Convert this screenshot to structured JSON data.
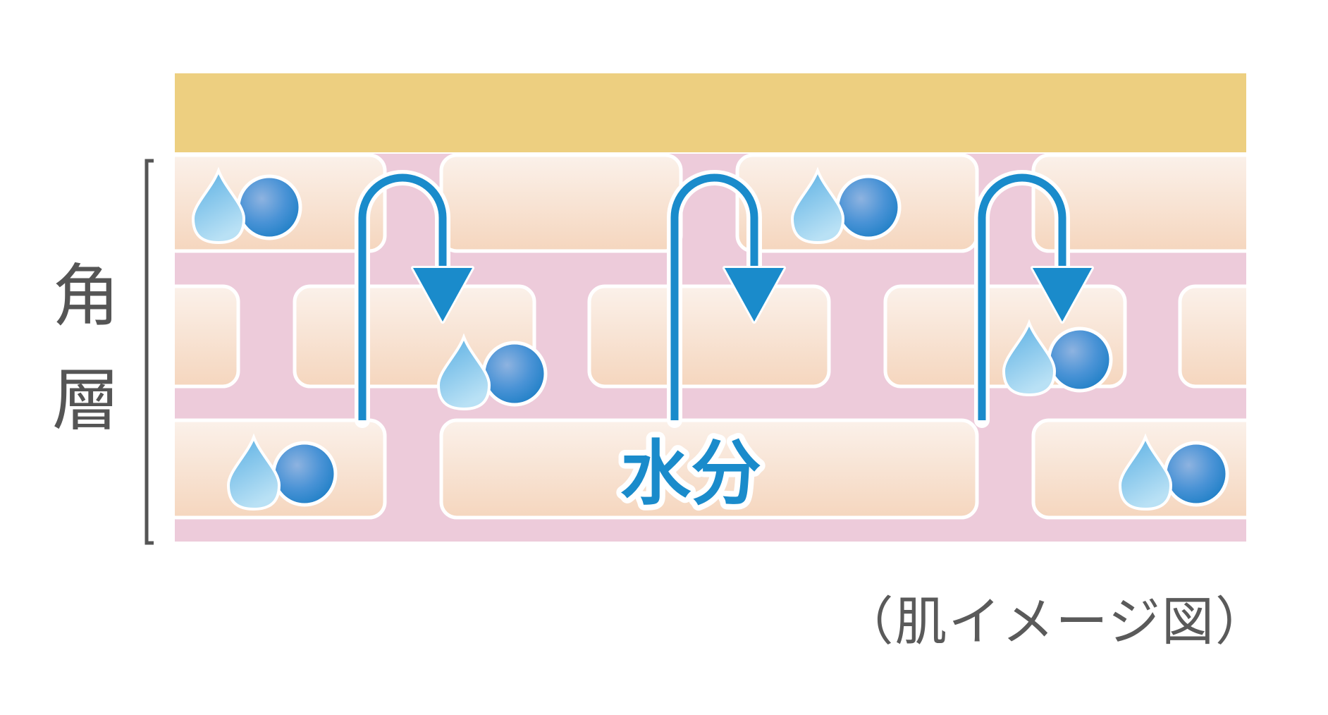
{
  "labels": {
    "layer_char_1": "角",
    "layer_char_2": "層",
    "moisture": "水分",
    "caption": "（肌イメージ図）"
  },
  "icons": {
    "droplet": "water-droplet-icon",
    "sphere": "moisture-sphere-icon",
    "arrow": "curved-arrow-icon"
  },
  "colors": {
    "sebum_layer": "#EDCF80",
    "intercellular": "#EDCBDA",
    "cell_top": "#FAEEE6",
    "cell_bottom": "#F6D8C0",
    "cell_outline": "#FFFFFF",
    "arrow_blue": "#1A8BCB",
    "sphere_blue": "#2F8FD1",
    "droplet_blue": "#7CC3EB",
    "text_gray": "#555555"
  }
}
